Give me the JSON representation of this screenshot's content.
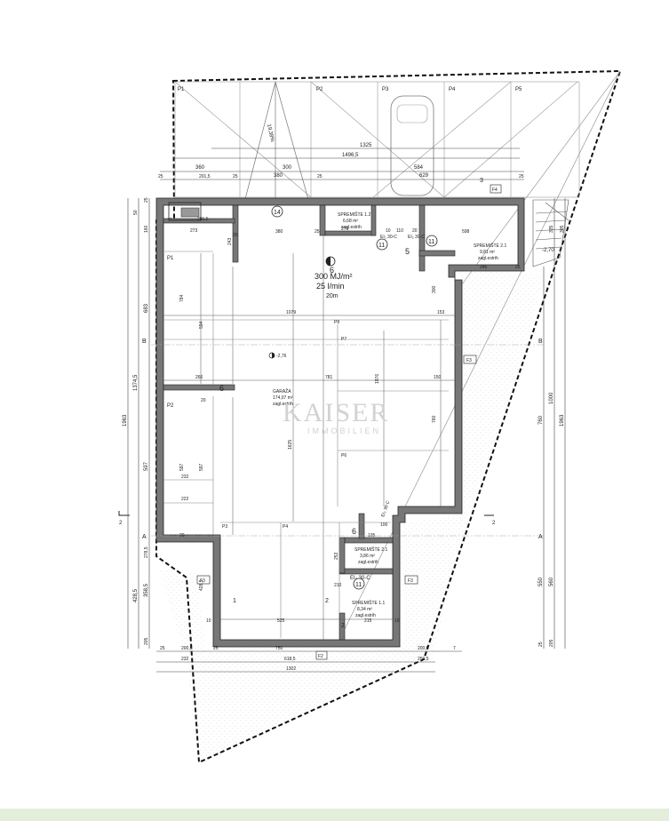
{
  "watermark": {
    "name": "KAISER",
    "sub": "IMMOBILIEN"
  },
  "parking": [
    "P1",
    "P2",
    "P3",
    "P4",
    "P5"
  ],
  "parking_inside": {
    "p1": "P1",
    "p2": "P2",
    "p3": "P3",
    "p4": "P4",
    "p6": "P6",
    "p7": "P7",
    "p8": "P8"
  },
  "rooms": {
    "garage": {
      "name": "GARAŽA",
      "area": "174,07 m²",
      "floor": "zagl.estrih"
    },
    "storage_1_2": {
      "name": "SPREMIŠTE 1.2",
      "area": "6,68 m²",
      "floor": "zagl.estrih"
    },
    "storage_2_1": {
      "name": "SPREMIŠTE 2.1",
      "area": "9,81 m²",
      "floor": "zagl.estrih"
    },
    "storage_2_1b": {
      "name": "SPREMIŠTE 2.1",
      "area": "3,86 m²",
      "floor": "zagl.estrih"
    },
    "storage_1_1": {
      "name": "SPREMIŠTE 1.1",
      "area": "8,34 m²",
      "floor": "zagl.estrih"
    }
  },
  "fire": {
    "line1": "300 MJ/m²",
    "line2": "25 l/min",
    "line3": "20m"
  },
  "level": "-2,76",
  "level2": "-2,70",
  "slope": "19,38%",
  "doors": {
    "d1": "EI₂ 30-C",
    "d2": "EI₂ 30-C",
    "d3": "EI₂ 30-C",
    "d4": "EI₂ 30-C"
  },
  "circles": {
    "c14": "14",
    "c11a": "11",
    "c11b": "11",
    "c11c": "11"
  },
  "marks": {
    "m6a": "6",
    "m6b": "6",
    "m6c": "6",
    "m5": "5",
    "m3": "3",
    "m1": "1",
    "m2": "2",
    "m2b": "2"
  },
  "tags": {
    "f3a": "F3",
    "f3b": "F3",
    "f3c": "F3",
    "f4": "F4",
    "f2": "F2"
  },
  "axes": {
    "b_left": "B",
    "b_right": "B",
    "a_left": "A",
    "a_right": "A",
    "sec2_left": "2",
    "sec2_right": "2"
  },
  "dims_top": {
    "d1325": "1325",
    "d14965": "1496,5",
    "d360": "360",
    "d300": "300",
    "d584": "584",
    "d25a": "25",
    "d2015": "201,5",
    "d25b": "25",
    "d380": "380",
    "d25c": "25",
    "d629": "629",
    "d25d": "25"
  },
  "dims_inner_top": {
    "d273": "273",
    "d380": "380",
    "d276": "276",
    "d110": "110",
    "d598": "598",
    "d245": "245",
    "d25a": "25",
    "d10": "10",
    "d20": "20",
    "d2015": "201,5",
    "d25": "25"
  },
  "dims_left": {
    "d1963": "1963",
    "d13745": "1374,5",
    "d683": "683",
    "d597": "597",
    "d4285": "428,5",
    "d3585": "358,5",
    "d25": "25",
    "d50": "50",
    "d160": "160",
    "d2785": "278,5",
    "d205": "205"
  },
  "dims_right": {
    "d1963": "1963",
    "d1000": "1000",
    "d760": "760",
    "d550": "550",
    "d560": "560",
    "d25": "25",
    "d335": "335",
    "d205": "205",
    "d305": "305"
  },
  "dims_inner": {
    "d1079": "1079",
    "d153": "153",
    "d781": "781",
    "d150": "150",
    "d266": "266",
    "d1976": "1976",
    "d760": "760",
    "d1625": "1625",
    "d784": "784",
    "d594": "594",
    "d243": "243",
    "d300": "300",
    "d232": "232",
    "d222": "222",
    "d597a": "597",
    "d597b": "597",
    "d20a": "20",
    "d20b": "20",
    "d525": "525",
    "d215": "215",
    "d10a": "10",
    "d10b": "10",
    "d105": "105",
    "d210": "210",
    "d100": "100",
    "d253": "253",
    "d4285": "428,5",
    "d25": "25"
  },
  "dims_bottom": {
    "d1302": "1302",
    "d6185": "618,5",
    "d232": "232",
    "d750": "750",
    "d2505": "250,5",
    "d25a": "25",
    "d25b": "25",
    "d2005": "200,5",
    "d2005b": "200,5",
    "d7": "7"
  }
}
